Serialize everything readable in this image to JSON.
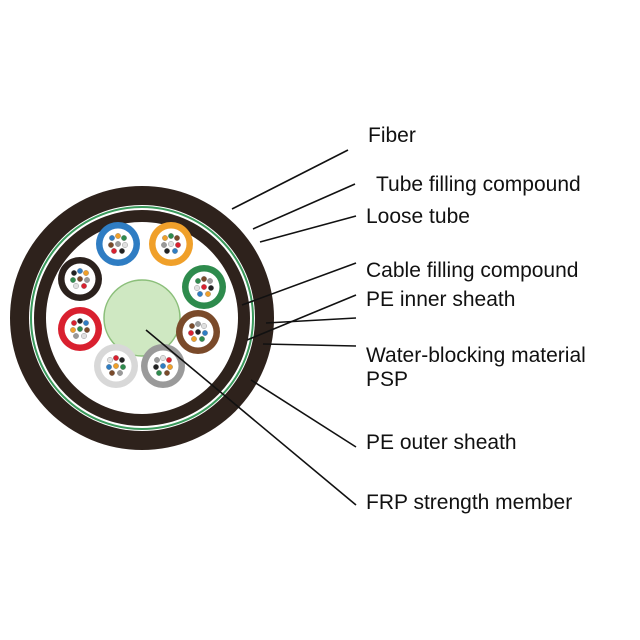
{
  "labels": {
    "fiber": "Fiber",
    "tube_filling_compound": "Tube filling compound",
    "loose_tube": "Loose tube",
    "cable_filling_compound": "Cable filling compound",
    "pe_inner_sheath": "PE inner sheath",
    "water_blocking_material": "Water-blocking material",
    "psp": "PSP",
    "pe_outer_sheath": "PE outer sheath",
    "frp_strength_member": "FRP strength member"
  },
  "colors": {
    "outer_sheath": "#2e221c",
    "green_stripe": "#3a9a5c",
    "core_fill": "#cfe8c2",
    "background": "#ffffff",
    "tubes": [
      "#2f7dc3",
      "#f0a02a",
      "#2e8b4d",
      "#7a4a2a",
      "#9a9a9a",
      "#d8d8d8",
      "#d9202f",
      "#2b211d"
    ]
  },
  "icons": {
    "cable": "cable-cross-section-icon"
  }
}
